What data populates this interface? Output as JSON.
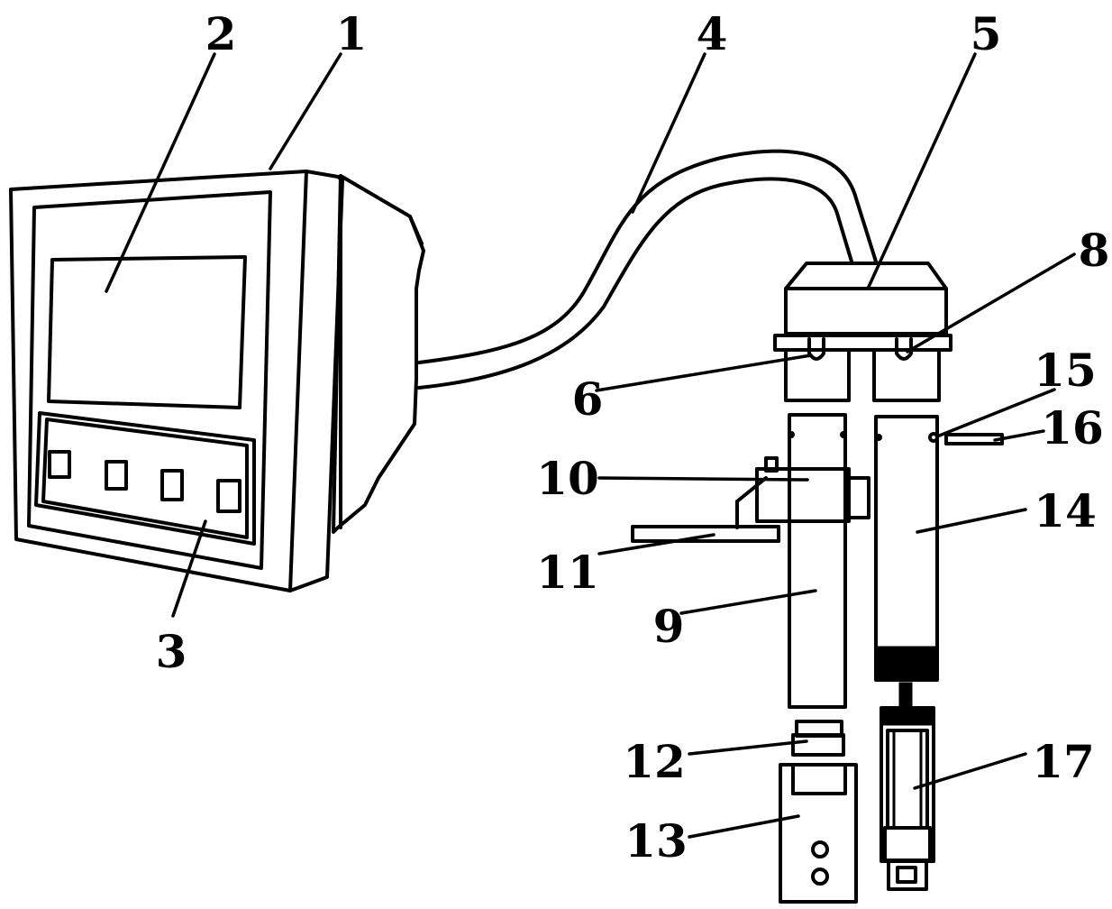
{
  "callouts": [
    {
      "id": "1",
      "text": "1"
    },
    {
      "id": "2",
      "text": "2"
    },
    {
      "id": "3",
      "text": "3"
    },
    {
      "id": "4",
      "text": "4"
    },
    {
      "id": "5",
      "text": "5"
    },
    {
      "id": "6",
      "text": "6"
    },
    {
      "id": "8",
      "text": "8"
    },
    {
      "id": "9",
      "text": "9"
    },
    {
      "id": "10",
      "text": "10"
    },
    {
      "id": "11",
      "text": "11"
    },
    {
      "id": "12",
      "text": "12"
    },
    {
      "id": "13",
      "text": "13"
    },
    {
      "id": "14",
      "text": "14"
    },
    {
      "id": "15",
      "text": "15"
    },
    {
      "id": "16",
      "text": "16"
    },
    {
      "id": "17",
      "text": "17"
    }
  ]
}
